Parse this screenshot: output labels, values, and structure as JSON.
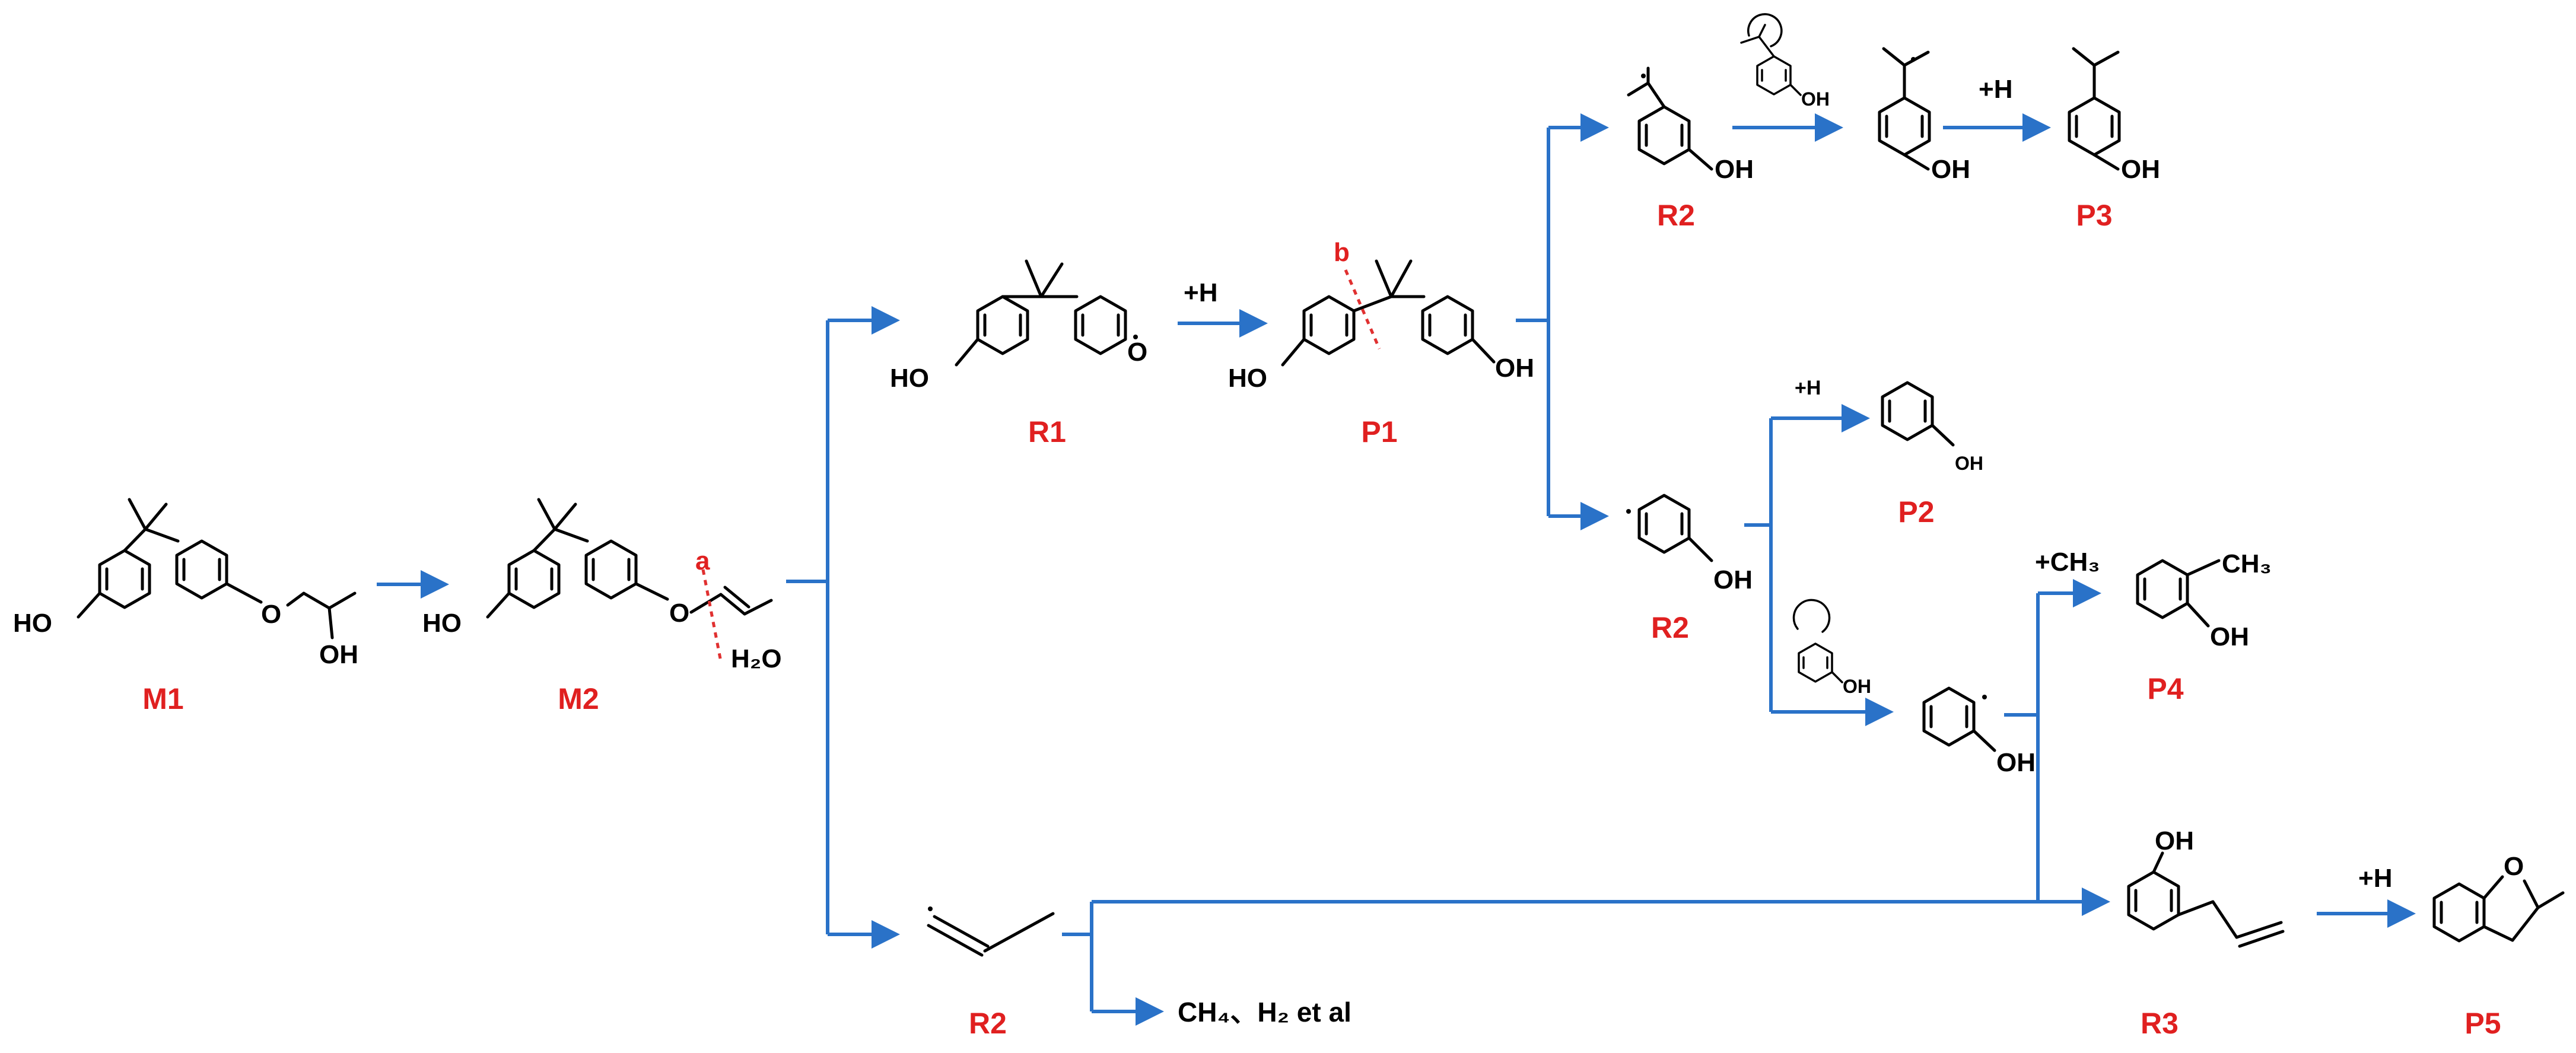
{
  "labels": {
    "m1": "M1",
    "m2": "M2",
    "r1": "R1",
    "p1": "P1",
    "r2_top": "R2",
    "p3": "P3",
    "p2": "P2",
    "r2_mid": "R2",
    "p4": "P4",
    "r2_bottom": "R2",
    "r3": "R3",
    "p5": "P5"
  },
  "atoms": {
    "oh": "OH",
    "ho": "HO",
    "o": "O",
    "h2o": "H₂O",
    "ch3": "CH₃"
  },
  "conditions": {
    "plus_h": "+H",
    "plus_ch3": "+CH₃",
    "byproducts": "CH₄、H₂ et al"
  },
  "cleavage_marks": {
    "a": "a",
    "b": "b"
  },
  "colors": {
    "arrow": "#2a72c8",
    "label": "#e02020",
    "bond": "#000000"
  }
}
